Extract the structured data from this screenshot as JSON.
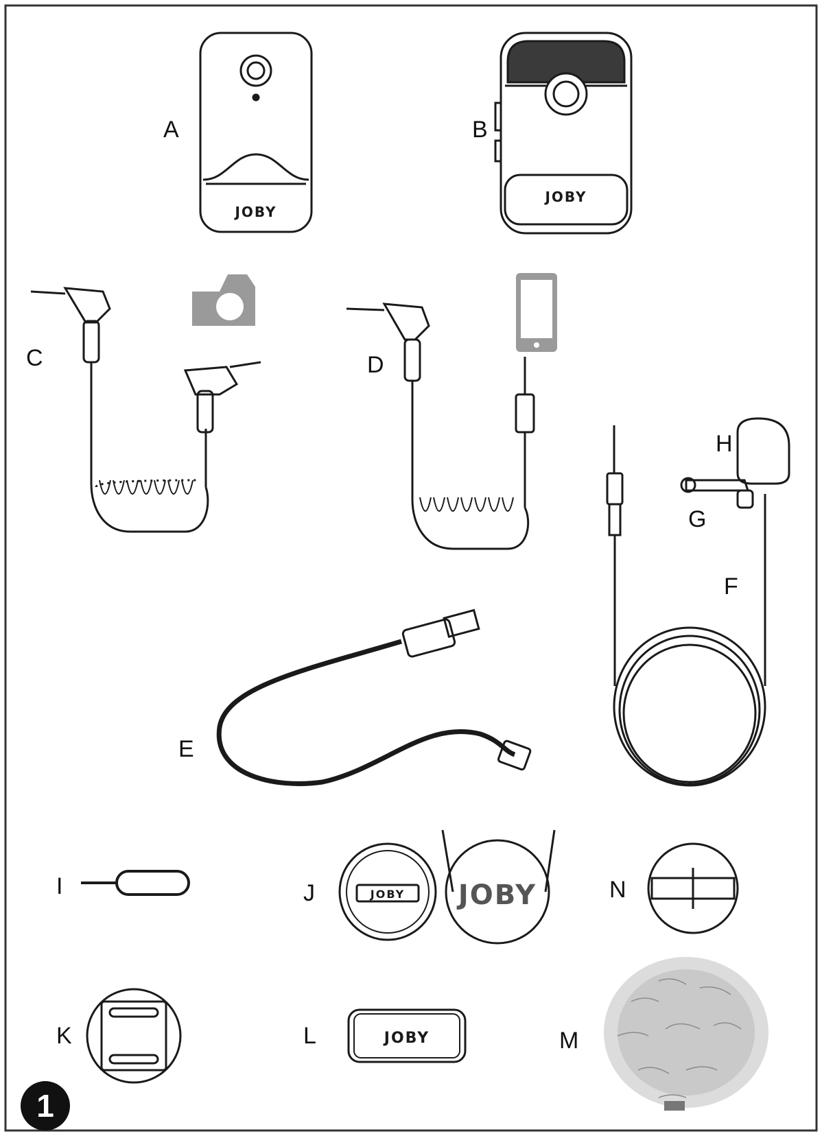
{
  "labels": {
    "a": "A",
    "b": "B",
    "c": "C",
    "d": "D",
    "e": "E",
    "f": "F",
    "g": "G",
    "h": "H",
    "i": "I",
    "j": "J",
    "k": "K",
    "l": "L",
    "m": "M",
    "n": "N"
  },
  "brand": "JOBY",
  "step_number": "1",
  "icons": {
    "camera": "camera-icon",
    "phone": "smartphone-icon",
    "usb": "usb-icon"
  },
  "colors": {
    "line": "#1a1a1a",
    "icon_gray": "#9a9a9a",
    "mesh": "#3a3a3a",
    "badge": "#111111"
  }
}
